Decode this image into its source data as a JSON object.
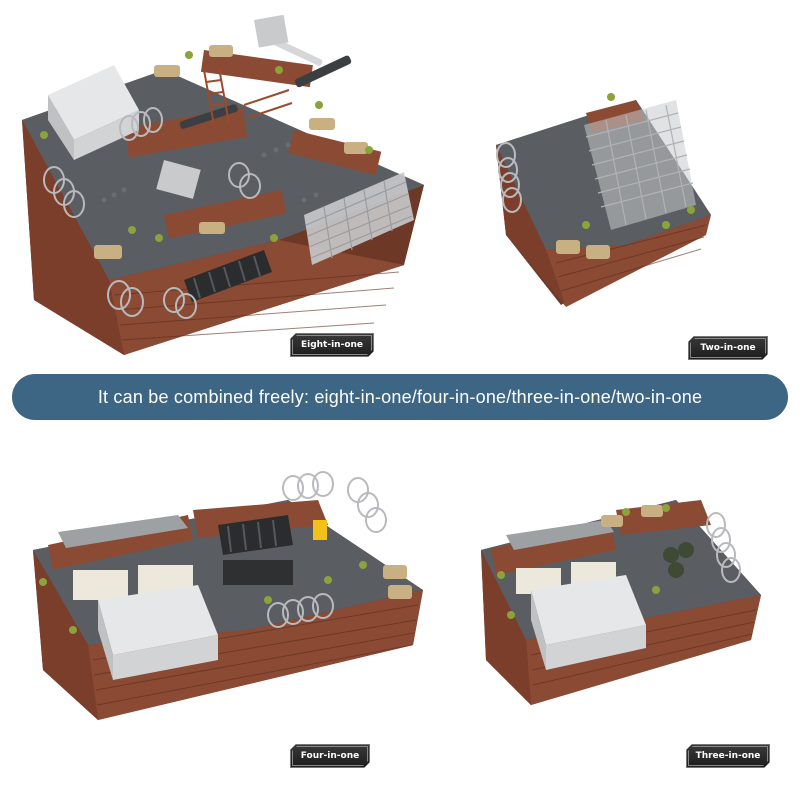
{
  "banner": {
    "text": "It can be combined freely: eight-in-one/four-in-one/three-in-one/two-in-one"
  },
  "labels": {
    "eight": "Eight-in-one",
    "two": "Two-in-one",
    "four": "Four-in-one",
    "three": "Three-in-one"
  },
  "colors": {
    "banner": "#3d6584",
    "brick": "#8b4a33",
    "brick_dark": "#6e3826",
    "baseplate": "#5a5e63",
    "tan": "#c9b083",
    "light_gray": "#c8cacc",
    "plant": "#8aa33a"
  }
}
